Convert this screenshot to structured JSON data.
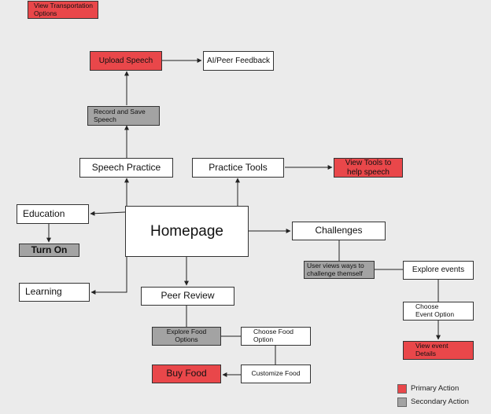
{
  "colors": {
    "primary": "#e9474a",
    "secondary": "#a3a3a3",
    "node": "#ffffff",
    "background": "#ebebeb",
    "line": "#222222"
  },
  "nodes": {
    "view_transportation": "View Transportation Options",
    "upload_speech": "Upload Speech",
    "ai_peer_feedback": "AI/Peer Feedback",
    "record_save_speech": "Record and Save Speech",
    "speech_practice": "Speech Practice",
    "practice_tools": "Practice Tools",
    "view_tools": "View Tools to help speech",
    "education": "Education",
    "turn_on": "Turn On",
    "homepage": "Homepage",
    "challenges": "Challenges",
    "user_views_ways": "User views ways to challenge themself",
    "explore_events": "Explore events",
    "learning": "Learning",
    "peer_review": "Peer Review",
    "choose_event_option": "Choose Event Option",
    "explore_food_options": "Explore Food Options",
    "choose_food_option": "Choose Food Option",
    "view_event_details": "View event Details",
    "buy_food": "Buy Food",
    "customize_food": "Customize Food"
  },
  "legend": {
    "primary_label": "Primary Action",
    "secondary_label": "Secondary Action"
  }
}
